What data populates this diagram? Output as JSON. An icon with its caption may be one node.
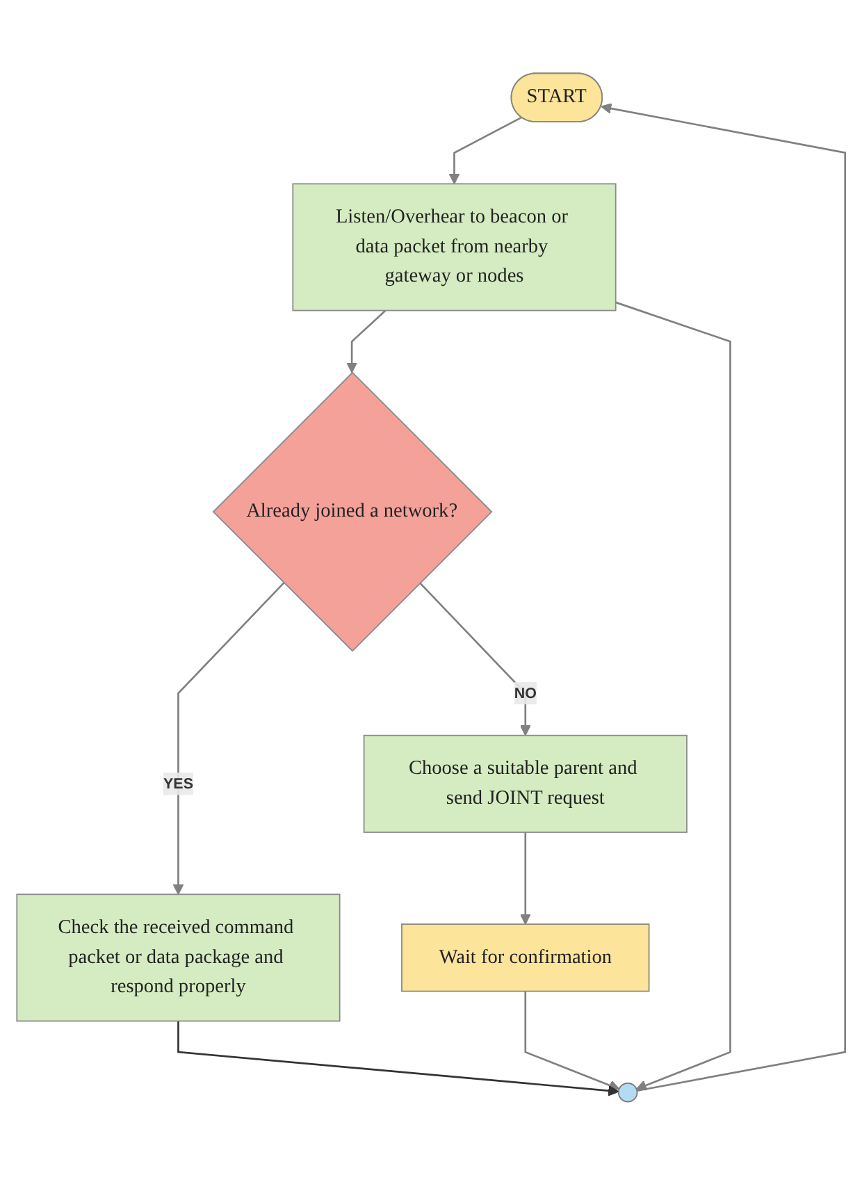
{
  "diagram": {
    "nodes": [
      {
        "text": [
          "START"
        ]
      },
      {
        "text": [
          "Listen/Overhear to beacon or data packet from nearby gateway or nodes"
        ]
      },
      {
        "text": [
          "Already joined a network?"
        ]
      },
      {
        "text": [
          "Check the received command packet or data package and respond properly"
        ]
      },
      {
        "text": [
          "Choose a suitable parent and send JOINT request"
        ]
      },
      {
        "text": [
          "Wait for confirmation"
        ]
      },
      {
        "text": [],
        "shape": "circle"
      }
    ],
    "edges": [
      {
        "from": 6,
        "to": 0,
        "arrow": "to"
      },
      {
        "from": 0,
        "to": 1,
        "arrow": "to"
      },
      {
        "from": 1,
        "to": 2,
        "arrow": "to"
      },
      {
        "from": 2,
        "to": 3,
        "label": "YES",
        "arrow": "to"
      },
      {
        "from": 2,
        "to": 4,
        "label": "NO",
        "arrow": "to"
      },
      {
        "from": 4,
        "to": 5,
        "arrow": "to"
      },
      {
        "from": 5,
        "to": 6,
        "arrow": "to"
      },
      {
        "from": 1,
        "to": 6,
        "arrow": "to"
      },
      {
        "from": 3,
        "to": 6,
        "arrow": "to",
        "color": "#333333"
      }
    ]
  }
}
